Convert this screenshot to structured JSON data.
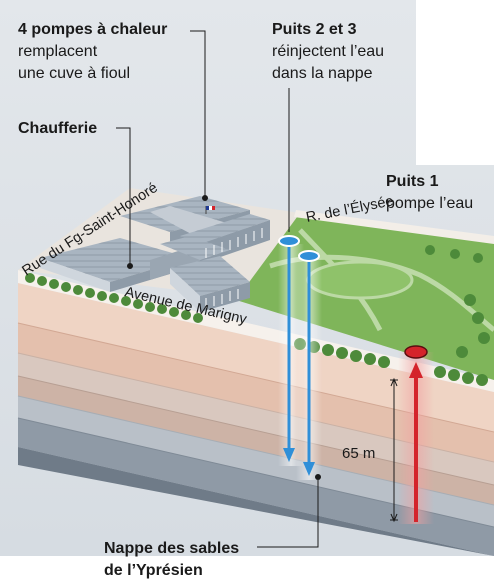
{
  "labels": {
    "pompes_title": "4 pompes à chaleur",
    "pompes_line2": "remplacent",
    "pompes_line3": "une cuve à fioul",
    "chaufferie": "Chaufferie",
    "puits23_title": "Puits 2 et 3",
    "puits23_line2": "réinjectent l’eau",
    "puits23_line3": "dans la nappe",
    "puits1_title": "Puits 1",
    "puits1_line2": "pompe l’eau",
    "nappe_line1": "Nappe des sables",
    "nappe_line2": "de l’Yprésien",
    "depth": "65 m"
  },
  "streets": {
    "faubourg": "Rue du Fg-Saint-Honoré",
    "elysee": "R. de l’Élysée",
    "marigny": "Avenue de Marigny"
  },
  "colors": {
    "background": "#dde2e7",
    "reinjection": "#2f8fd8",
    "pumping": "#d4242b",
    "garden": "#7fb55a",
    "building": "#a9b5c1"
  }
}
